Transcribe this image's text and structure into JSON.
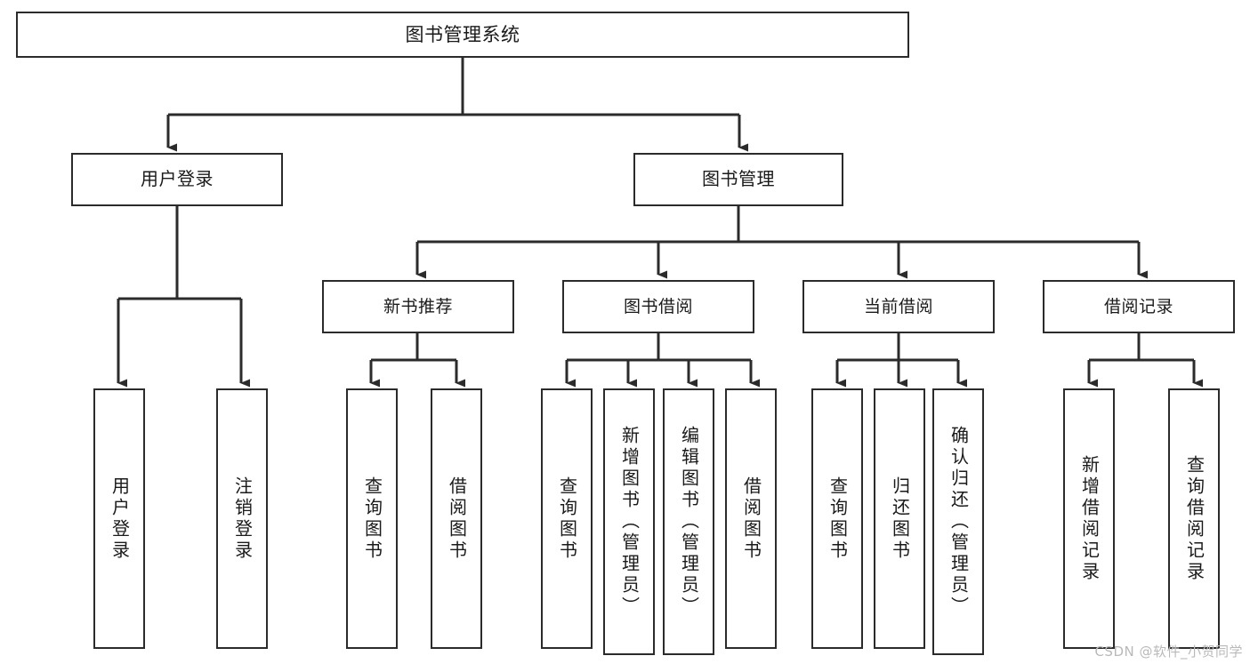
{
  "diagram": {
    "title": "图书管理系统",
    "type": "tree",
    "stroke_color": "#2b2b2b",
    "fill_color": "#ffffff",
    "root": {
      "label": "图书管理系统"
    },
    "level1": [
      {
        "label": "用户登录"
      },
      {
        "label": "图书管理"
      }
    ],
    "level2": [
      {
        "label": "新书推荐"
      },
      {
        "label": "图书借阅"
      },
      {
        "label": "当前借阅"
      },
      {
        "label": "借阅记录"
      }
    ],
    "leaves": [
      {
        "label": "用户登录",
        "parent": "用户登录"
      },
      {
        "label": "注销登录",
        "parent": "用户登录"
      },
      {
        "label": "查询图书",
        "parent": "新书推荐"
      },
      {
        "label": "借阅图书",
        "parent": "新书推荐"
      },
      {
        "label": "查询图书",
        "parent": "图书借阅"
      },
      {
        "label": "新增图书（管理员）",
        "parent": "图书借阅"
      },
      {
        "label": "编辑图书（管理员）",
        "parent": "图书借阅"
      },
      {
        "label": "借阅图书",
        "parent": "图书借阅"
      },
      {
        "label": "查询图书",
        "parent": "当前借阅"
      },
      {
        "label": "归还图书",
        "parent": "当前借阅"
      },
      {
        "label": "确认归还（管理员）",
        "parent": "当前借阅"
      },
      {
        "label": "新增借阅记录",
        "parent": "借阅记录"
      },
      {
        "label": "查询借阅记录",
        "parent": "借阅记录"
      }
    ],
    "watermark": "CSDN @软件_小贺同学"
  }
}
